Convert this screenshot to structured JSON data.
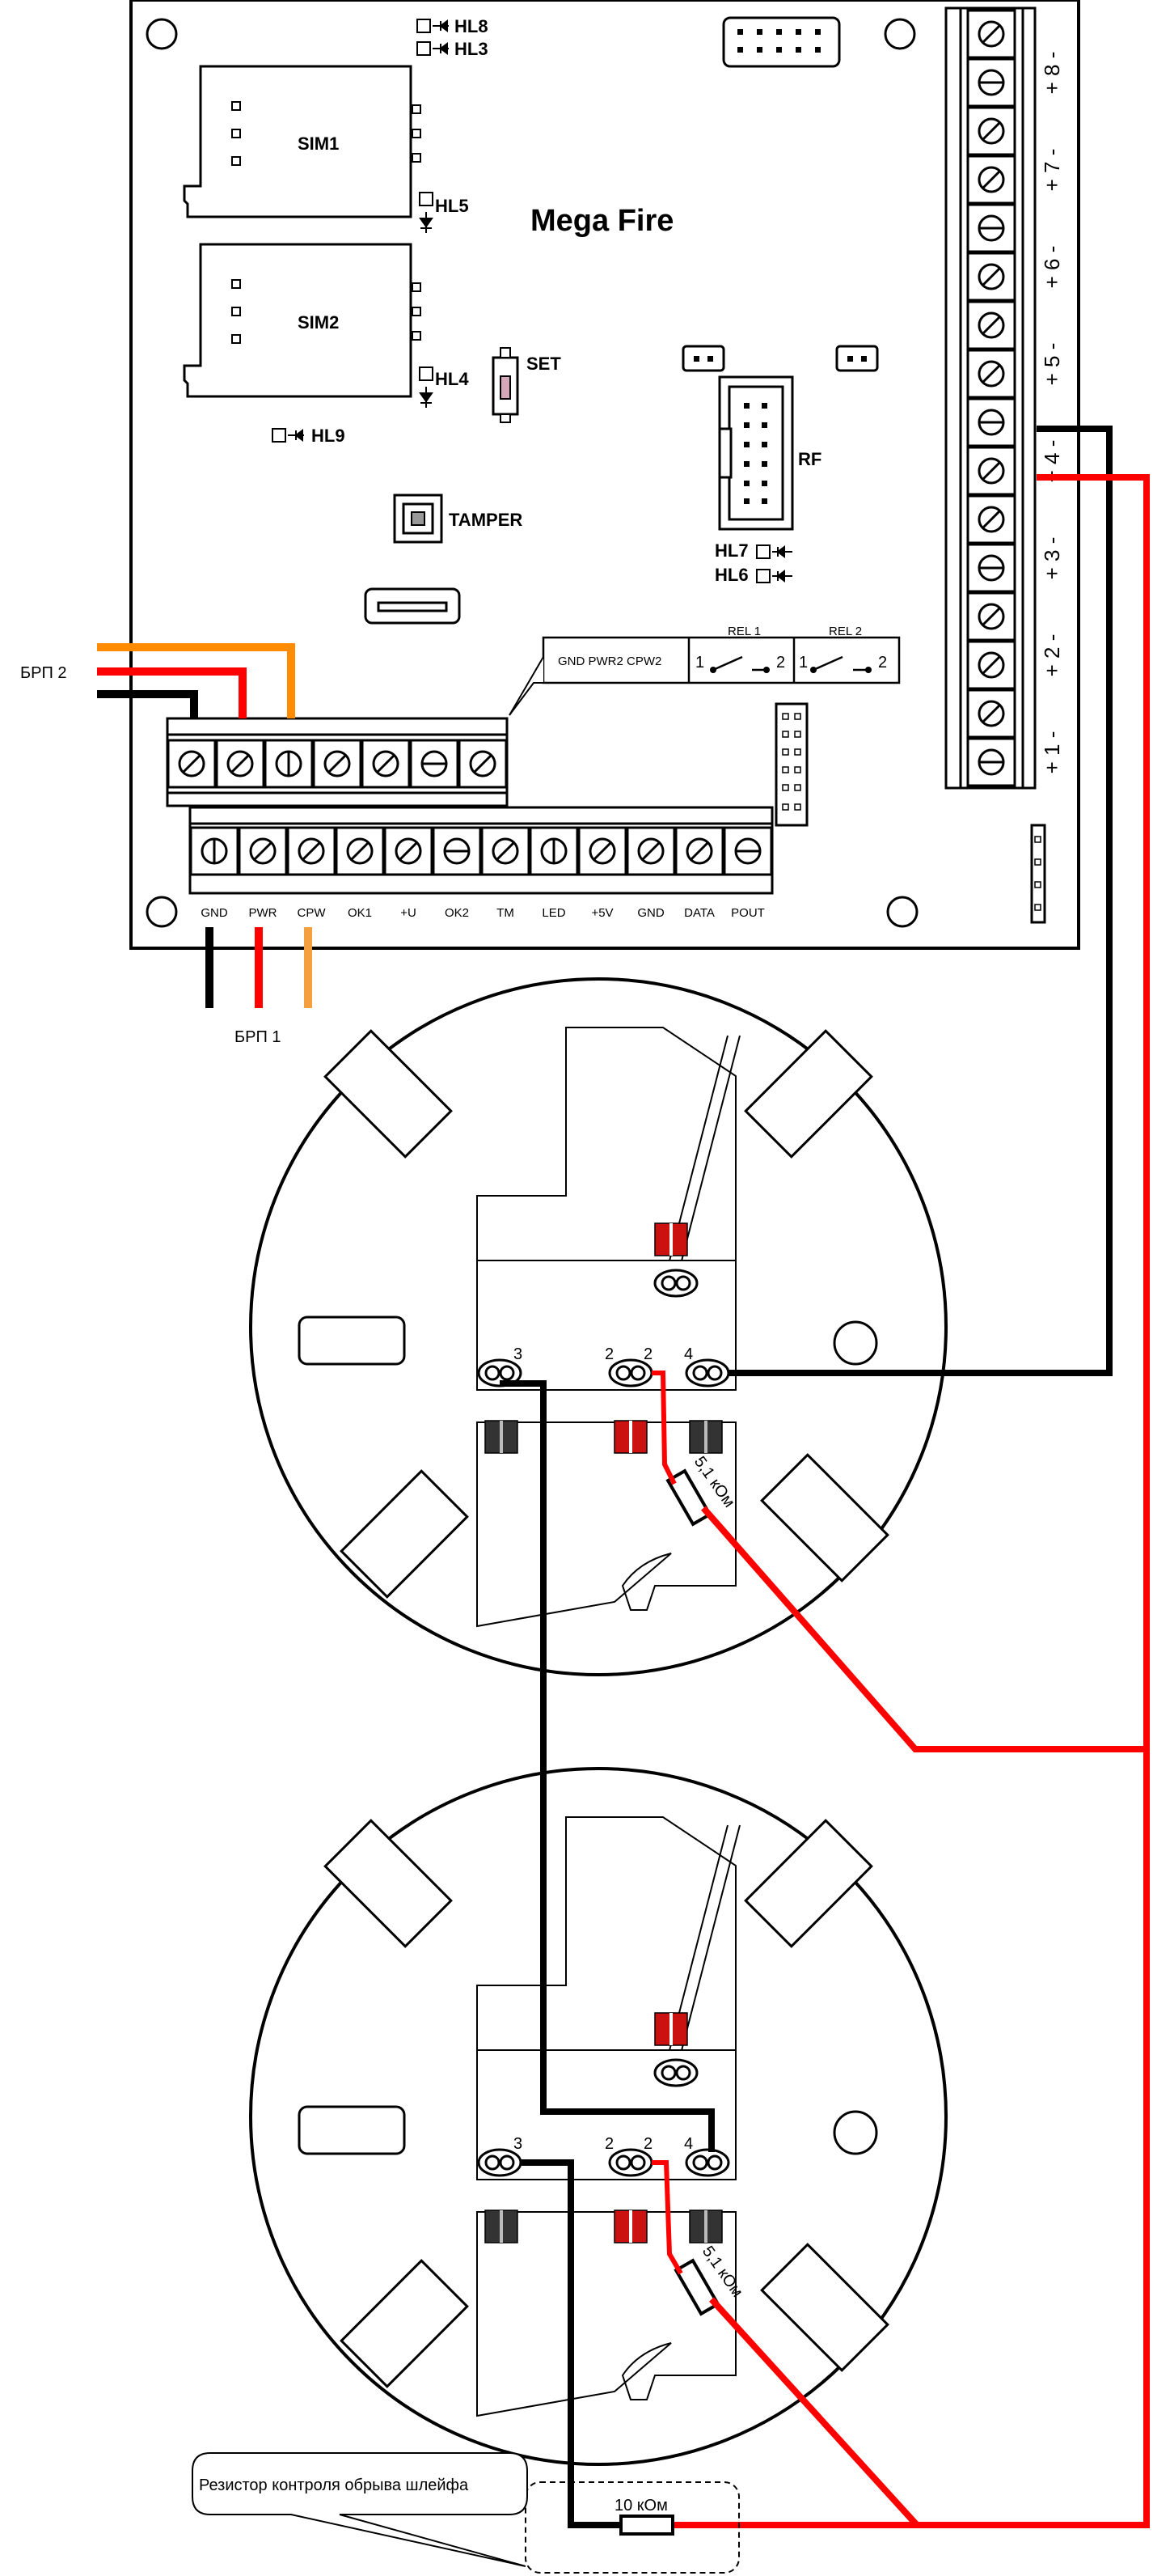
{
  "board": {
    "title": "Mega Fire",
    "sim1": "SIM1",
    "sim2": "SIM2",
    "led_hl8": "HL8",
    "led_hl3": "HL3",
    "led_hl5": "HL5",
    "led_hl4": "HL4",
    "led_hl9": "HL9",
    "led_hl7": "HL7",
    "led_hl6": "HL6",
    "set": "SET",
    "tamper": "TAMPER",
    "rf": "RF"
  },
  "relay_block": {
    "terminals": "GND  PWR2  CPW2",
    "rel1": "REL 1",
    "rel2": "REL 2",
    "n1": "1",
    "n2": "2"
  },
  "bottom_terminals": [
    "GND",
    "PWR",
    "CPW",
    "OK1",
    "+U",
    "OK2",
    "TM",
    "LED",
    "+5V",
    "GND",
    "DATA",
    "POUT"
  ],
  "zones": [
    {
      "sign": "+",
      "num": "8",
      "minus": "-"
    },
    {
      "sign": "+",
      "num": "7",
      "minus": "-"
    },
    {
      "sign": "+",
      "num": "6",
      "minus": "-"
    },
    {
      "sign": "+",
      "num": "5",
      "minus": "-"
    },
    {
      "sign": "+",
      "num": "4",
      "minus": "-"
    },
    {
      "sign": "+",
      "num": "3",
      "minus": "-"
    },
    {
      "sign": "+",
      "num": "2",
      "minus": "-"
    },
    {
      "sign": "+",
      "num": "1",
      "minus": "-"
    }
  ],
  "power": {
    "brp2": "БРП 2",
    "brp1": "БРП 1"
  },
  "detector": {
    "t3": "3",
    "t2a": "2",
    "t2b": "2",
    "t4": "4",
    "resistor": "5,1 кОм"
  },
  "eol": {
    "resistor": "10 кОм",
    "callout": "Резистор контроля обрыва шлейфа"
  },
  "colors": {
    "wire_black": "#000000",
    "wire_red": "#ff0000",
    "wire_orange": "#ff8c00",
    "wire_light_orange": "#f5a040",
    "socket_red": "#cc1111",
    "socket_dark": "#333333"
  }
}
